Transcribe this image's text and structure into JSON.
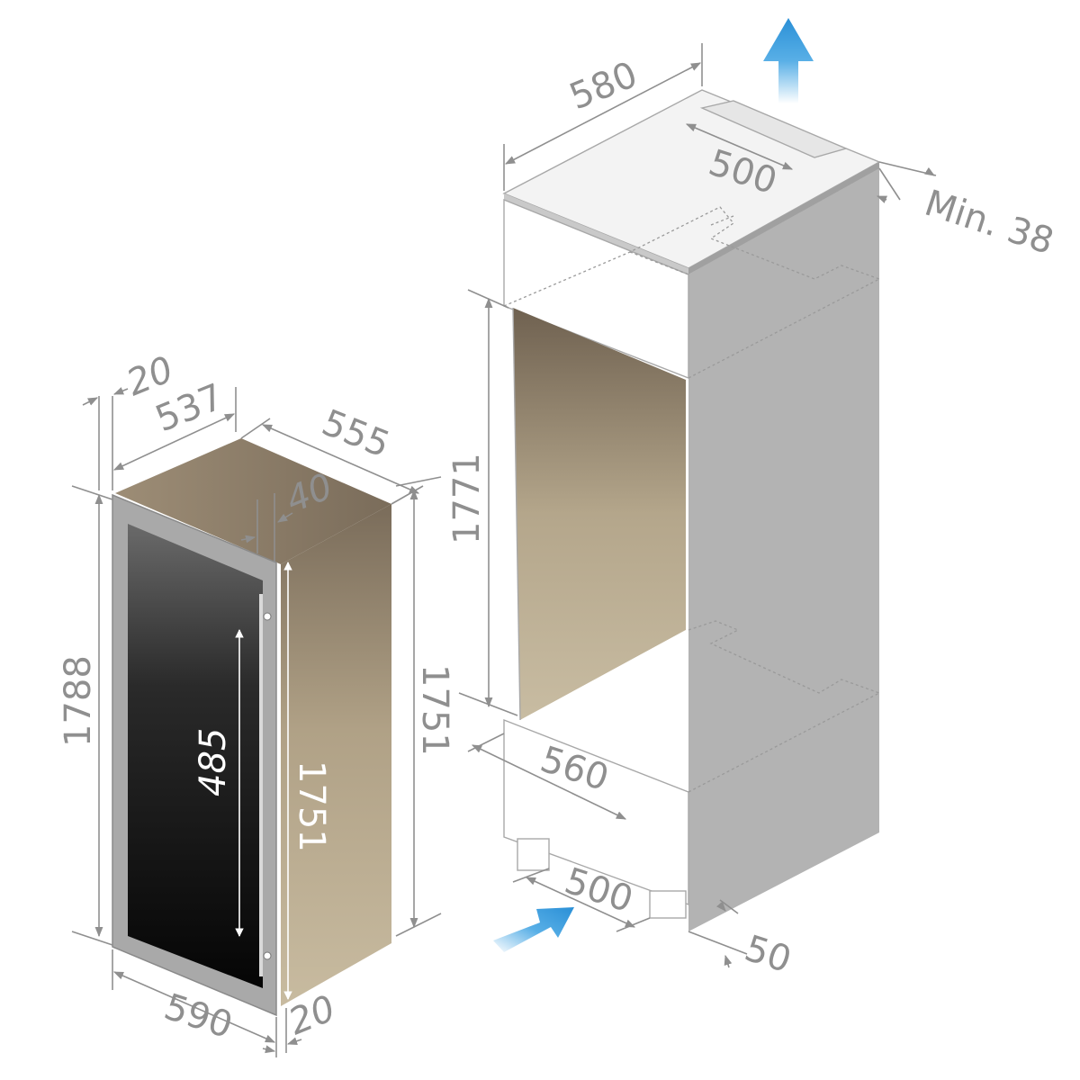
{
  "appliance": {
    "depth_total": "20",
    "depth_body": "537",
    "width_side": "555",
    "door_offset": "40",
    "height_total": "1788",
    "door_inner_height": "485",
    "height_body_front": "1751",
    "height_body_side": "1751",
    "width_front": "590",
    "door_thickness": "20"
  },
  "cabinet": {
    "top_depth": "580",
    "vent_width_top": "500",
    "vent_gap_top": "Min. 38",
    "niche_height": "1771",
    "niche_width": "560",
    "vent_width_bottom": "500",
    "vent_gap_bottom": "50"
  },
  "colors": {
    "dimension_text": "#8f8f8f",
    "arrow_blue": "#2f9be0",
    "wood_dark": "#7a6c5a",
    "wood_light": "#c8bba0",
    "cabinet_side": "#b3b3b3",
    "door_glass": "#111111",
    "door_frame": "#a0a0a0"
  },
  "icons": [
    "airflow-up-arrow-icon",
    "airflow-in-arrow-icon"
  ]
}
